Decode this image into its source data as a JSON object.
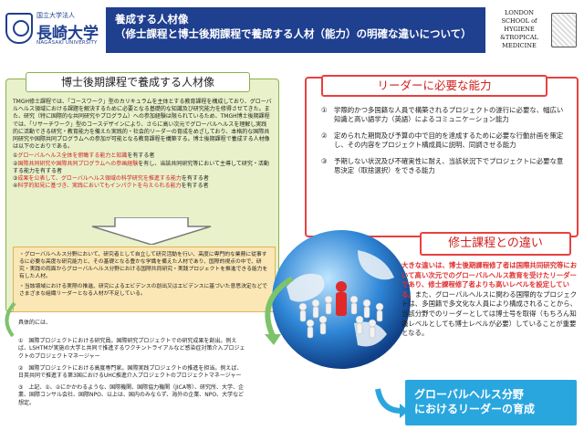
{
  "header": {
    "univ_small": "国立大学法人",
    "univ_big": "長崎大学",
    "univ_eng": "NAGASAKI UNIVERSITY",
    "title_line1": "養成する人材像",
    "title_line2": "（修士課程と博士後期課程で養成する人材（能力）の明確な違いについて）",
    "lshtm_lines": [
      "LONDON",
      "SCHOOL of",
      "HYGIENE",
      "&TROPICAL",
      "MEDICINE"
    ]
  },
  "left": {
    "title": "博士後期課程で養成する人材像",
    "intro": "TMGH修士課程では、「コースワーク」型のカリキュラムを主体とする教育課程を構成しており、グローバルヘルス領域における課題を解決するために必要となる基礎的な知識及び研究能力を修得させてきた。また、研究（特に国際的な共同研究やプログラム）への参加経験は限られているため、TMGH博士後期課程では、「リサーチワーク」型のコースデザインにより、さらに高い次元でグローバルヘルスを理解し実践的に活動できる研究・教育能力を備えた実践的・社会的リーダーの育成をめざしており、本格的な国際共同研究や国際共同プログラムへの参加が可能となる教育課程を構築する。博士後期課程で養成する人材像は以下のとおりである。",
    "items": [
      {
        "num": "①",
        "red": "グローバルヘルス全体を俯瞰する能力と知識",
        "rest": "を有する者"
      },
      {
        "num": "②",
        "red": "国際共同研究や国際共同プログラムへの参画経験",
        "rest": "を有し、当該共同研究等において主導して研究・活動する能力を有する者"
      },
      {
        "num": "③",
        "red": "成果を公表して、グローバルヘルス領域の科学研究を推進する能力",
        "rest": "を有する者"
      },
      {
        "num": "④",
        "red": "科学的知見に基づき、実践においてもインパクトを与えられる能力",
        "rest": "を有する者"
      }
    ],
    "mid_p1": "・グローバルヘルス分野において、研究者として自立して研究活動を行い、高度に専門的な業務に従事するに必要な高度な研究能力と、その基礎となる豊かな学識を備えた人材であり、国際的視点の中で、研究・実践の両面からグローバルヘルス分野における国際共同研究・実践プロジェクトを推進できる能力を有した人材。",
    "mid_p2": "・当該領域における実際の推進、研究によるエビデンスの創出又はエビデンスに基づいた意思決定などでさまざまな組織リーダーとなる人材が不足している。",
    "examples_head": "具体的には、",
    "examples": [
      "①　国際プロジェクトにおける研究員。国際研究プロジェクトでの研究成果を創出。例えば、LSHTMが実施の大学と共同で推進するワクチントライアルなど感染症対策介入プロジェクトのプロジェクトマネージャー",
      "②　国際プロジェクトにおける高度専門家。国際実践プロジェクトの推進を担当。例えば、日英共同で推進する第3国におけるUHC推進介入プロジェクトのプロジェクトマネージャー",
      "③　上記、①、②にかかわるような、国際機関、国際協力機関（JICA等）、研究所、大学、企業、国際コンサル会社、国際NPO、以上は、国内のみならず、海外の企業、NPO、大学など想定。"
    ]
  },
  "right": {
    "title": "リーダーに必要な能力",
    "items": [
      {
        "num": "①",
        "text": "学際的かつ多国籍な人員で構築されるプロジェクトの遂行に必要な、幅広い知識と高い語学力（英語）によるコミュニケーション能力"
      },
      {
        "num": "②",
        "text": "定められた期間及び予算の中で目的を達成するために必要な行動計画を策定し、その内容をプロジェクト構成員に説明、同調させる能力"
      },
      {
        "num": "③",
        "text": "予期しない状況及び不確実性に耐え、当該状況下でプロジェクトに必要な意思決定（取捨選択）をできる能力"
      }
    ]
  },
  "diff": {
    "title": "修士課程との違い",
    "red_text": "大きな違いは、博士後期課程修了者は国際共同研究等において高い次元でのグローバルヘルス教育を受けたリーダーであり、修士課程修了者よりも高いレベルを設定している。",
    "black_text": "また、グローバルヘルスに関わる国際的なプロジェクトは、多国籍で多文化な人員により構成されることから、当該分野でのリーダーとしては博士号を取得（もちろん知識レベルとしても博士レベルが必要）していることが重要となる。"
  },
  "blue_box": {
    "line1": "グローバルヘルス分野",
    "line2": "におけるリーダーの育成"
  },
  "colors": {
    "navy": "#1f3f8f",
    "red": "#e84040",
    "green_bg": "#e8f1c9",
    "yellow_bg": "#fbe7b5",
    "blue": "#2aa6df"
  }
}
